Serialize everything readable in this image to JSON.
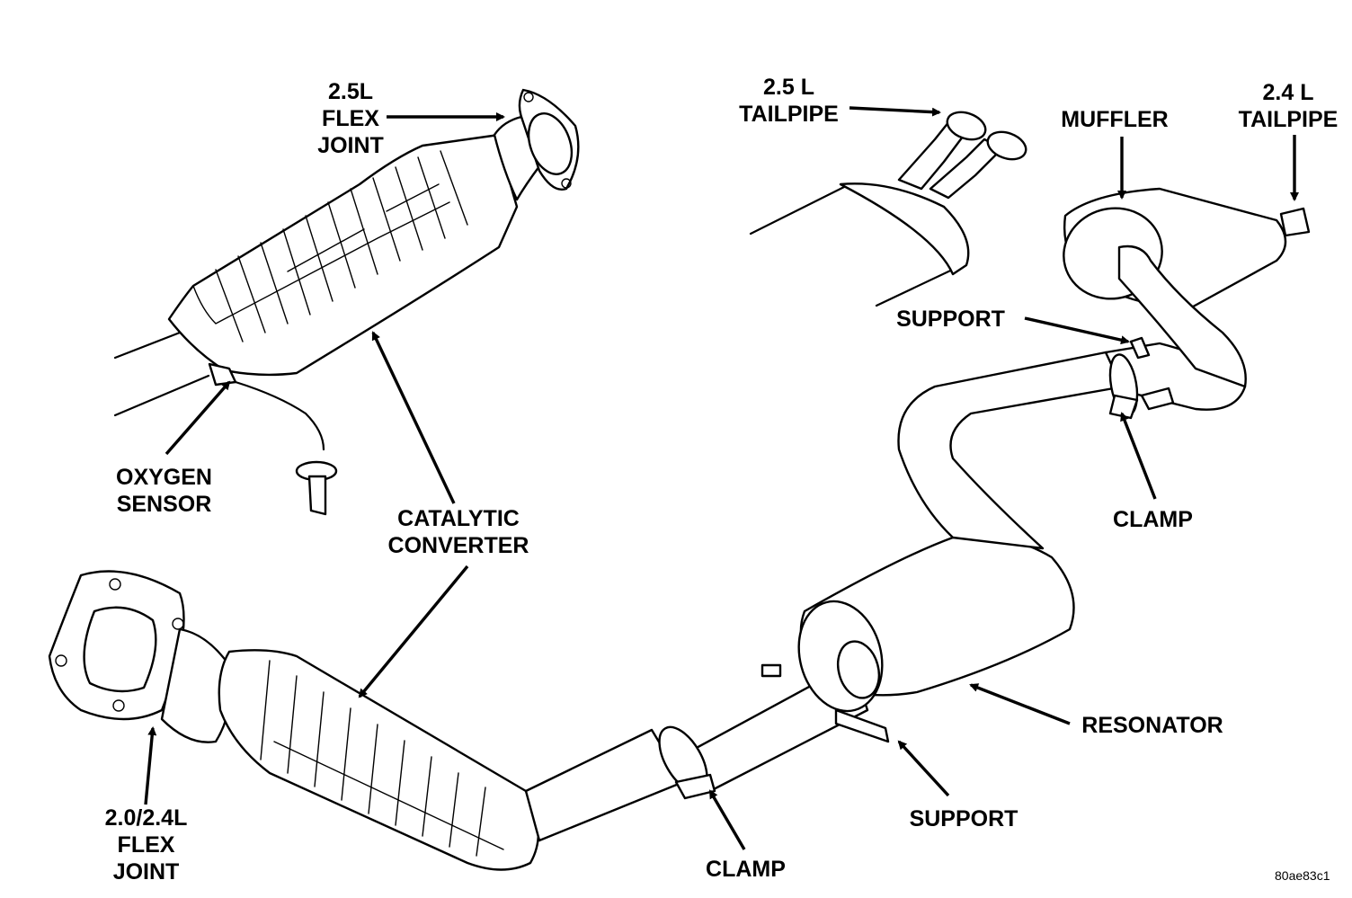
{
  "labels": {
    "flex_joint_25": [
      "2.5L",
      "FLEX",
      "JOINT"
    ],
    "tailpipe_25": [
      "2.5 L",
      "TAILPIPE"
    ],
    "muffler": [
      "MUFFLER"
    ],
    "tailpipe_24": [
      "2.4 L",
      "TAILPIPE"
    ],
    "support_upper": [
      "SUPPORT"
    ],
    "oxygen_sensor": [
      "OXYGEN",
      "SENSOR"
    ],
    "catalytic_converter": [
      "CATALYTIC",
      "CONVERTER"
    ],
    "clamp_upper": [
      "CLAMP"
    ],
    "resonator": [
      "RESONATOR"
    ],
    "flex_joint_20_24": [
      "2.0/2.4L",
      "FLEX",
      "JOINT"
    ],
    "support_lower": [
      "SUPPORT"
    ],
    "clamp_lower": [
      "CLAMP"
    ]
  },
  "figure_ref": "80ae83c1"
}
